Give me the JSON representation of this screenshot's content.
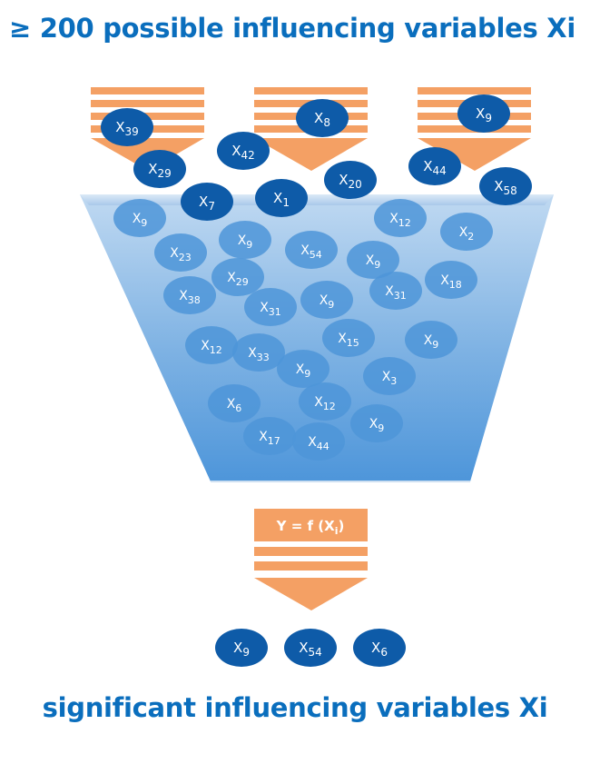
{
  "title_top": "≥ 200 possible influencing variables Xi",
  "title_bottom": "significant influencing variables Xi",
  "formula": {
    "y_eq_f": "Y = f (X",
    "subscript": "i",
    "close": ")"
  },
  "colors": {
    "title": "#0a6ebd",
    "arrow_orange": "#f4a064",
    "node_dark": "#0e5ba8",
    "node_inner": "#4d95d8",
    "funnel_top": "#a7c9ec",
    "funnel_bottom": "#2f86d2"
  },
  "outer_nodes": [
    {
      "base": "X",
      "sub": "39"
    },
    {
      "base": "X",
      "sub": "8"
    },
    {
      "base": "X",
      "sub": "9"
    },
    {
      "base": "X",
      "sub": "42"
    },
    {
      "base": "X",
      "sub": "29"
    },
    {
      "base": "X",
      "sub": "44"
    },
    {
      "base": "X",
      "sub": "20"
    },
    {
      "base": "X",
      "sub": "58"
    },
    {
      "base": "X",
      "sub": "7"
    },
    {
      "base": "X",
      "sub": "1"
    }
  ],
  "inner_nodes": [
    {
      "base": "X",
      "sub": "9"
    },
    {
      "base": "X",
      "sub": "12"
    },
    {
      "base": "X",
      "sub": "2"
    },
    {
      "base": "X",
      "sub": "23"
    },
    {
      "base": "X",
      "sub": "9"
    },
    {
      "base": "X",
      "sub": "54"
    },
    {
      "base": "X",
      "sub": "9"
    },
    {
      "base": "X",
      "sub": "29"
    },
    {
      "base": "X",
      "sub": "18"
    },
    {
      "base": "X",
      "sub": "38"
    },
    {
      "base": "X",
      "sub": "31"
    },
    {
      "base": "X",
      "sub": "9"
    },
    {
      "base": "X",
      "sub": "31"
    },
    {
      "base": "X",
      "sub": "15"
    },
    {
      "base": "X",
      "sub": "9"
    },
    {
      "base": "X",
      "sub": "12"
    },
    {
      "base": "X",
      "sub": "33"
    },
    {
      "base": "X",
      "sub": "9"
    },
    {
      "base": "X",
      "sub": "3"
    },
    {
      "base": "X",
      "sub": "6"
    },
    {
      "base": "X",
      "sub": "12"
    },
    {
      "base": "X",
      "sub": "9"
    },
    {
      "base": "X",
      "sub": "17"
    },
    {
      "base": "X",
      "sub": "44"
    }
  ],
  "result_nodes": [
    {
      "base": "X",
      "sub": "9"
    },
    {
      "base": "X",
      "sub": "54"
    },
    {
      "base": "X",
      "sub": "6"
    }
  ]
}
